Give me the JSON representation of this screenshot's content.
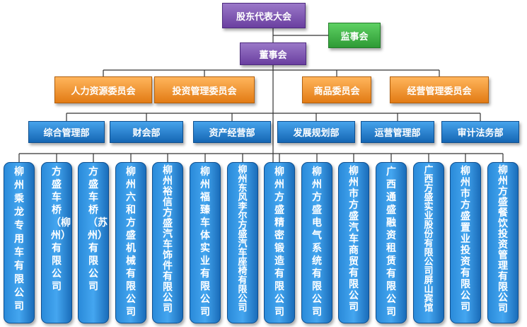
{
  "shareholders": "股东代表大会",
  "supervisors": "监事会",
  "board": "董事会",
  "committees": [
    "人力资源委员会",
    "投资管理委员会",
    "商品委员会",
    "经营管理委员会"
  ],
  "departments": [
    "综合管理部",
    "财会部",
    "资产经营部",
    "发展规划部",
    "运营管理部",
    "审计法务部"
  ],
  "companies": [
    "柳州乘龙专用车有限公司",
    "方盛车桥（柳州）有限公司",
    "方盛车桥（苏州）有限公司",
    "柳州六和方盛机械有限公司",
    "柳州裕信方盛汽车饰件有限公司",
    "柳州福臻车体实业有限公司",
    "柳州东风李尔方盛汽车座椅有限公司",
    "柳州方盛精密锻造有限公司",
    "柳州方盛电气系统有限公司",
    "柳州市方盛汽车商贸有限公司",
    "广西通盛融资租赁有限公司",
    "广西方盛实业股份有限公司屏山宾馆",
    "柳州市方盛置业投资有限公司",
    "柳州方盛餐饮投资管理有限公司"
  ],
  "colors": {
    "purple": "#6a3fa0",
    "green": "#2e9a35",
    "orange": "#e27b14",
    "blue": "#1566b3",
    "line": "#333333"
  }
}
